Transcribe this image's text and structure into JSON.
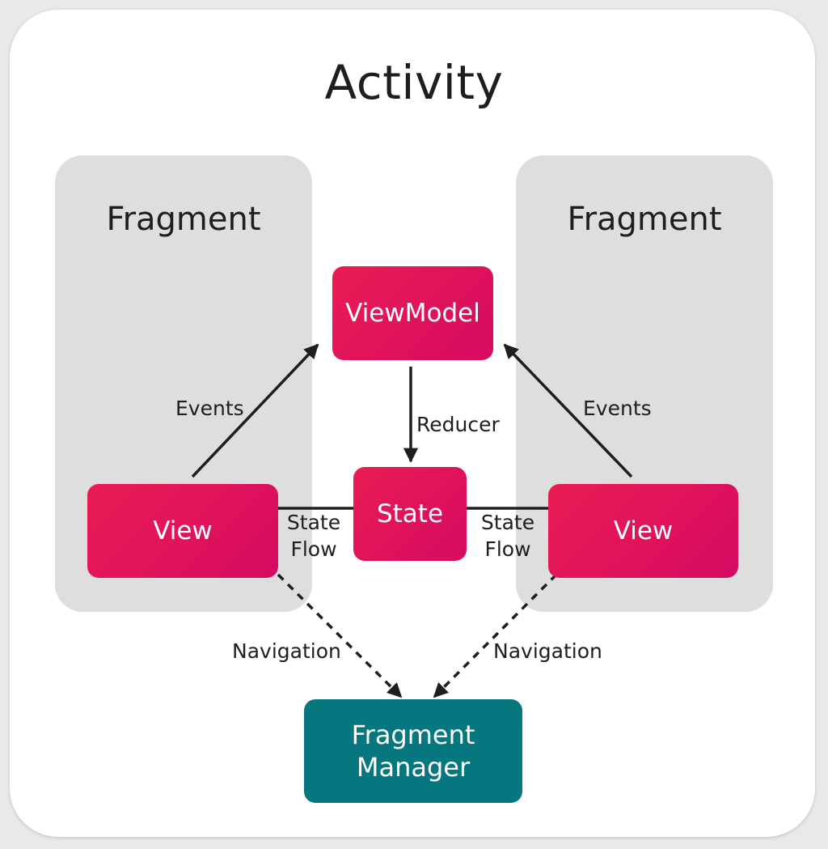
{
  "activity": {
    "title": "Activity"
  },
  "fragments": [
    {
      "title": "Fragment"
    },
    {
      "title": "Fragment"
    }
  ],
  "nodes": {
    "viewmodel": "ViewModel",
    "state": "State",
    "view_left": "View",
    "view_right": "View",
    "fragment_manager": [
      "Fragment",
      "Manager"
    ]
  },
  "edges": {
    "events_left": "Events",
    "events_right": "Events",
    "reducer": "Reducer",
    "state_flow_left": [
      "State",
      "Flow"
    ],
    "state_flow_right": [
      "State",
      "Flow"
    ],
    "navigation_left": "Navigation",
    "navigation_right": "Navigation"
  },
  "colors": {
    "node_pink": "#e3145a",
    "node_teal": "#06767f",
    "fragment_bg": "#dedede",
    "arrow": "#1e1e1e"
  }
}
